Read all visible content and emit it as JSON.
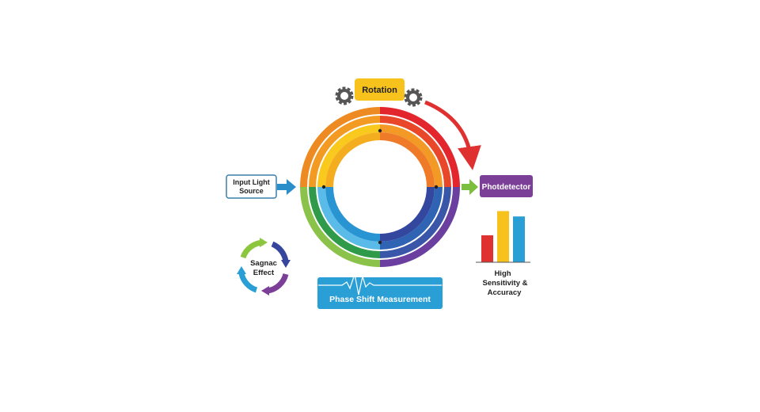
{
  "rotation": {
    "label": "Rotation",
    "color": "#f7c21b"
  },
  "input": {
    "line1": "Input Light",
    "line2": "Source"
  },
  "photodetector": {
    "label": "Photdetector",
    "color": "#7b3f98"
  },
  "sagnac": {
    "line1": "Sagnac",
    "line2": "Effect"
  },
  "phase": {
    "label": "Phase Shift Measurement",
    "color": "#2a9fd6"
  },
  "sensitivity": {
    "line1": "High",
    "line2": "Sensitivity &",
    "line3": "Accuracy"
  },
  "bars": [
    {
      "value": 0.5,
      "color": "#e03131"
    },
    {
      "value": 0.95,
      "color": "#f7c21b"
    },
    {
      "value": 0.85,
      "color": "#2a9fd6"
    }
  ],
  "rings": [
    {
      "name": "outer",
      "colors": [
        "#ee8a22",
        "#e3262e",
        "#6a3fa0",
        "#8bc34a"
      ]
    },
    {
      "name": "middle",
      "colors": [
        "#f29a22",
        "#e9472a",
        "#3a56a8",
        "#2e9a4a"
      ]
    },
    {
      "name": "inner-outer",
      "colors": [
        "#f9c91d",
        "#f39a26",
        "#2f64b4",
        "#5bbbe8"
      ]
    },
    {
      "name": "inner-inner",
      "colors": [
        "#f3ad1f",
        "#ef7a27",
        "#33479e",
        "#2894d2"
      ]
    }
  ]
}
